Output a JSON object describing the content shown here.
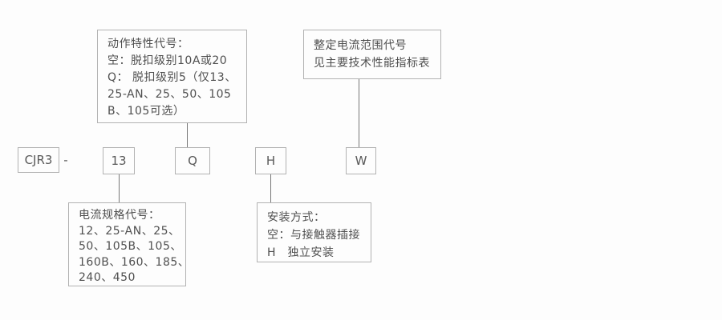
{
  "diagram": {
    "model_row": {
      "prefix": "CJR3",
      "separator": "-",
      "code_current_spec": "13",
      "code_action_characteristic": "Q",
      "code_install_mode": "H",
      "code_current_range": "W"
    },
    "callouts": {
      "action": {
        "lines": [
          "动作特性代号：",
          "空：脱扣级别10A或20",
          "Q： 脱扣级别5（仅13、",
          "25-AN、25、50、105",
          "B、105可选）"
        ]
      },
      "range": {
        "lines": [
          "整定电流范围代号",
          "见主要技术性能指标表"
        ]
      },
      "current": {
        "lines": [
          "电流规格代号：",
          "12、25-AN、25、",
          "50、105B、105、",
          "160B、160、185、",
          "240、450"
        ]
      },
      "install": {
        "lines": [
          "安装方式：",
          "空：与接触器插接",
          "H　独立安装"
        ]
      }
    },
    "colors": {
      "background": "#fdfdfd",
      "box_border": "#b2b2b2",
      "connector_line": "#787878",
      "text": "#4f4f4f"
    }
  }
}
